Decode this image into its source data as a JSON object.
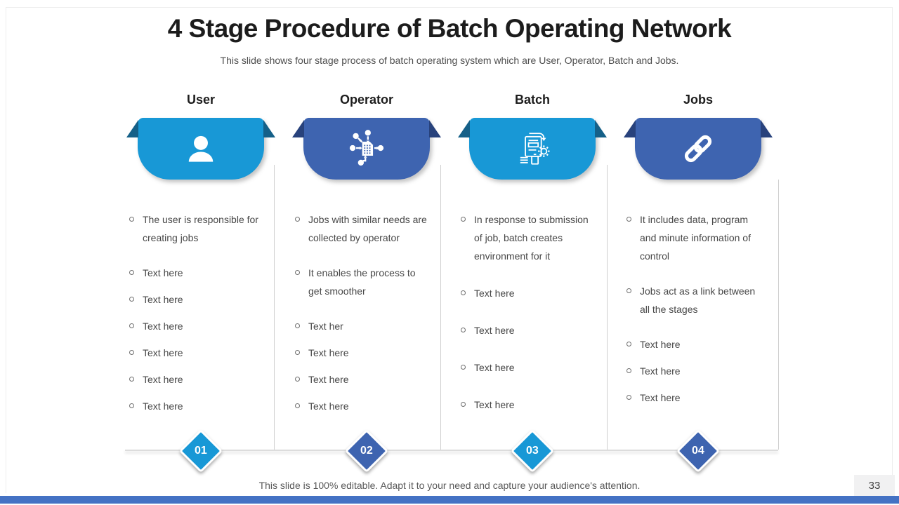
{
  "slide": {
    "title": "4 Stage Procedure of Batch Operating Network",
    "subtitle": "This slide shows four stage process of batch operating system which are User, Operator, Batch and Jobs.",
    "footer": "This slide is 100% editable. Adapt it to your need and capture your audience's attention.",
    "page_number": "33"
  },
  "colors": {
    "cyan": "#1898d6",
    "cyan_dark": "#156088",
    "blue": "#3e64b0",
    "blue_dark": "#28427c",
    "bottom_bar": "#4472c4",
    "divider": "#cfcfcf",
    "bullet_text": "#474747"
  },
  "columns": [
    {
      "label": "User",
      "theme": "cyan",
      "icon": "person-icon",
      "badge": "01",
      "bullets": [
        "The user is responsible for creating jobs",
        "Text here",
        "Text here",
        "Text here",
        "Text here",
        "Text here",
        "Text here"
      ]
    },
    {
      "label": "Operator",
      "theme": "blue",
      "icon": "document-distribution-icon",
      "badge": "02",
      "bullets": [
        "Jobs with similar needs are collected by operator",
        "It enables the process to get smoother",
        "Text her",
        "Text here",
        "Text here",
        "Text here"
      ]
    },
    {
      "label": "Batch",
      "theme": "cyan",
      "icon": "batch-processing-icon",
      "badge": "03",
      "bullets": [
        "In response to submission of job, batch creates environment for it",
        "Text here",
        "Text here",
        "Text here",
        "Text here"
      ]
    },
    {
      "label": "Jobs",
      "theme": "blue",
      "icon": "chain-link-icon",
      "badge": "04",
      "bullets": [
        "It includes data, program and minute information of control",
        "Jobs act as a link between all the stages",
        "Text here",
        "Text here",
        "Text here"
      ]
    }
  ]
}
